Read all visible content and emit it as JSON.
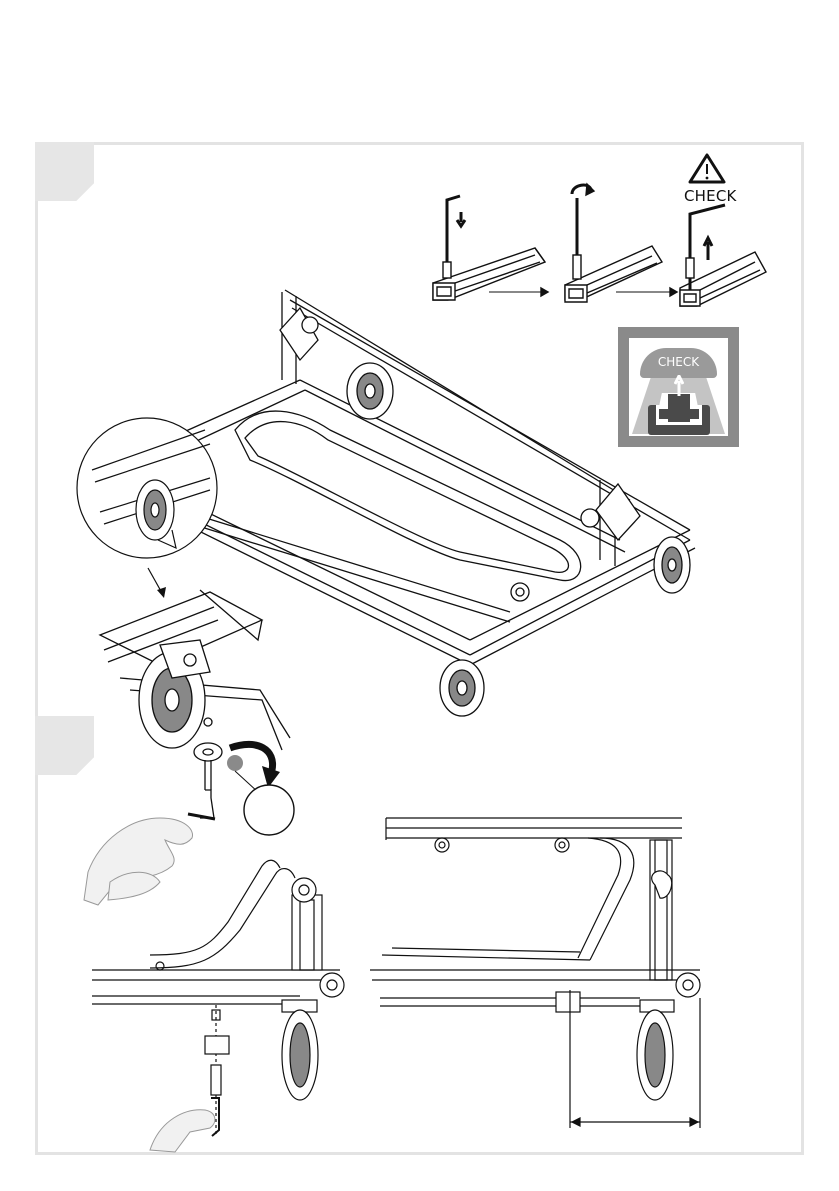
{
  "steps": {
    "first": {
      "section": "top"
    },
    "second": {
      "section": "bottom"
    }
  },
  "labels": {
    "warning_check": "CHECK",
    "detail_check": "CHECK"
  },
  "icons": {
    "warning": "warning-triangle-icon",
    "rotate": "rotate-arrow-icon",
    "down": "arrow-down-icon",
    "up": "arrow-up-icon"
  },
  "colors": {
    "frame": "#e3e3e3",
    "tab": "#e6e6e6",
    "line": "#111111",
    "check_border": "#8a8a8a",
    "check_fill": "#4a4a4a"
  }
}
